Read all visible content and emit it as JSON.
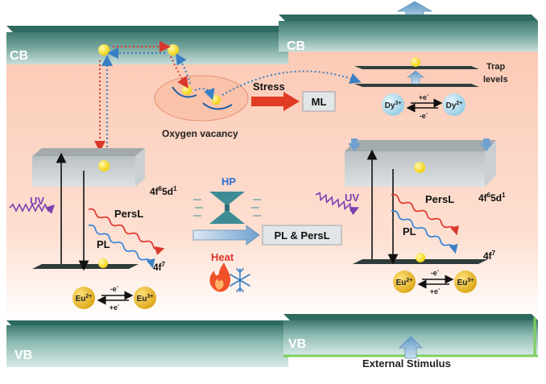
{
  "bands": {
    "cb_left": "CB",
    "cb_right": "CB",
    "vb_left": "VB",
    "vb_right": "VB"
  },
  "labels": {
    "oxygen_vacancy": "Oxygen vacancy",
    "stress": "Stress",
    "ml": "ML",
    "trap_levels_1": "Trap",
    "trap_levels_2": "levels",
    "hp": "HP",
    "heat": "Heat",
    "pl_persl": "PL & PersL",
    "external_stimulus": "External Stimulus",
    "uv_left": "UV",
    "uv_right": "UV",
    "persl_left": "PersL",
    "persl_right": "PersL",
    "pl_left": "PL",
    "pl_right": "PL",
    "level_5d_left": "4f65d1",
    "level_5d_right": "4f65d1",
    "level_4f_left": "4f7",
    "level_4f_right": "4f7"
  },
  "ions": {
    "eu2": "Eu2+",
    "eu3": "Eu3+",
    "dy3": "Dy3+",
    "dy2": "Dy2+",
    "minus_e": "-e-",
    "plus_e": "+e-"
  },
  "colors": {
    "background_peach": "#fbd3bf",
    "band_teal": "#4f8a80",
    "band_light": "#b9d3cf",
    "vb_green_edge": "#7ed05c",
    "electron_yellow": "#f5d400",
    "eu_gold": "#e9b21a",
    "dy_blue": "#a9d7ea",
    "uv_purple": "#7b3fb0",
    "persl_red": "#e0302a",
    "pl_blue": "#2f7fd8",
    "stress_arrow": "#e23b24",
    "hp_teal": "#3d8c95",
    "heat_flame": "#f0502a"
  },
  "icons": [
    "flame-icon",
    "snowflake-icon",
    "hydraulic-press-icon",
    "up-arrow-icon"
  ]
}
